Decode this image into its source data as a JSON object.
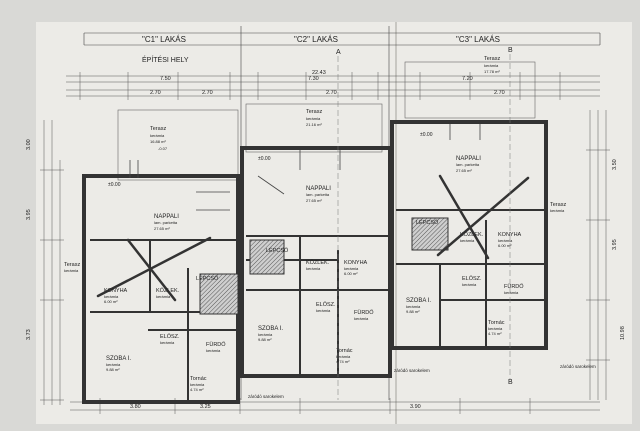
{
  "header": {
    "c1": "\"C1\" LAKÁS",
    "c2": "\"C2\" LAKÁS",
    "c3": "\"C3\" LAKÁS",
    "site": "ÉPÍTÉSI HELY"
  },
  "dims": {
    "total": "22.43",
    "d1": "7.50",
    "d2": "7.30",
    "d3": "7.20",
    "d4": "2.70",
    "d5": "2.70",
    "d6": "2.70",
    "d7": "2.70",
    "d8": "3.80",
    "d9": "3.90",
    "d10": "3.25",
    "left1": "3.00",
    "left2": "3.95",
    "left3": "3.73",
    "right1": "3.50",
    "right2": "3.95",
    "right3": "10.98"
  },
  "rooms": {
    "terrace_c3_top": {
      "name": "Terasz",
      "detail": "kerámia",
      "area": "17.78 m²"
    },
    "terrace_c1": {
      "name": "Terasz",
      "detail": "kerámia",
      "area": "16.88 m²",
      "level": "-0.07"
    },
    "terrace_c2": {
      "name": "Terasz",
      "detail": "kerámia",
      "area": "21.16 m²"
    },
    "living_c1": {
      "name": "NAPPALI",
      "detail": "lam. parketta",
      "area": "27.65 m²"
    },
    "living_c2": {
      "name": "NAPPALI",
      "detail": "lam. parketta",
      "area": "27.65 m²"
    },
    "living_c3": {
      "name": "NAPPALI",
      "detail": "lam. parketta",
      "area": "27.65 m²"
    },
    "kitchen_c1": {
      "name": "KONYHA",
      "detail": "kerámia",
      "area": "6.00 m²"
    },
    "kitchen_c2": {
      "name": "KONYHA",
      "detail": "kerámia",
      "area": "6.00 m²"
    },
    "kitchen_c3": {
      "name": "KONYHA",
      "detail": "kerámia",
      "area": "6.00 m²"
    },
    "hall_c1": {
      "name": "KÖZLEK.",
      "detail": "kerámia"
    },
    "hall_c2": {
      "name": "KÖZLEK.",
      "detail": "kerámia"
    },
    "hall_c3": {
      "name": "KÖZLEK.",
      "detail": "kerámia"
    },
    "stair_c1": {
      "name": "LÉPCSŐ"
    },
    "stair_c2": {
      "name": "LÉPCSŐ"
    },
    "stair_c3": {
      "name": "LÉPCSŐ"
    },
    "bed_c1": {
      "name": "SZOBA I.",
      "detail": "kerámia",
      "area": "9.88 m²"
    },
    "bed_c2": {
      "name": "SZOBA I.",
      "detail": "kerámia",
      "area": "9.88 m²"
    },
    "bed_c3": {
      "name": "SZOBA I.",
      "detail": "kerámia",
      "area": "9.88 m²"
    },
    "vest_c1": {
      "name": "ELŐSZ.",
      "detail": "kerámia"
    },
    "vest_c2": {
      "name": "ELŐSZ.",
      "detail": "kerámia"
    },
    "vest_c3": {
      "name": "ELŐSZ.",
      "detail": "kerámia"
    },
    "bath_c1": {
      "name": "FÜRDŐ",
      "detail": "kerámia"
    },
    "bath_c2": {
      "name": "FÜRDŐ",
      "detail": "kerámia"
    },
    "bath_c3": {
      "name": "FÜRDŐ",
      "detail": "kerámia"
    },
    "porch_c1": {
      "name": "Tornác",
      "detail": "kerámia",
      "area": "4.74 m²"
    },
    "porch_c2": {
      "name": "Tornác",
      "detail": "kerámia",
      "area": "4.74 m²"
    },
    "porch_c3": {
      "name": "Tornác",
      "detail": "kerámia",
      "area": "4.74 m²"
    },
    "terrace_side_left": {
      "name": "Terasz",
      "detail": "kerámia"
    },
    "terrace_side_right": {
      "name": "Terasz",
      "detail": "kerámia"
    }
  },
  "notes": {
    "corner1": "záródó sarokelem",
    "corner2": "záródó sarokelem",
    "corner3": "záródó sarokelem",
    "level0": "±0.00",
    "level1": "±0.00",
    "level2": "±0.00",
    "section_a": "A",
    "section_b": "B",
    "section_b2": "B"
  },
  "colors": {
    "paper": "#ecebe7",
    "ink": "#2b2b2b",
    "wall": "#3a3a3a"
  }
}
